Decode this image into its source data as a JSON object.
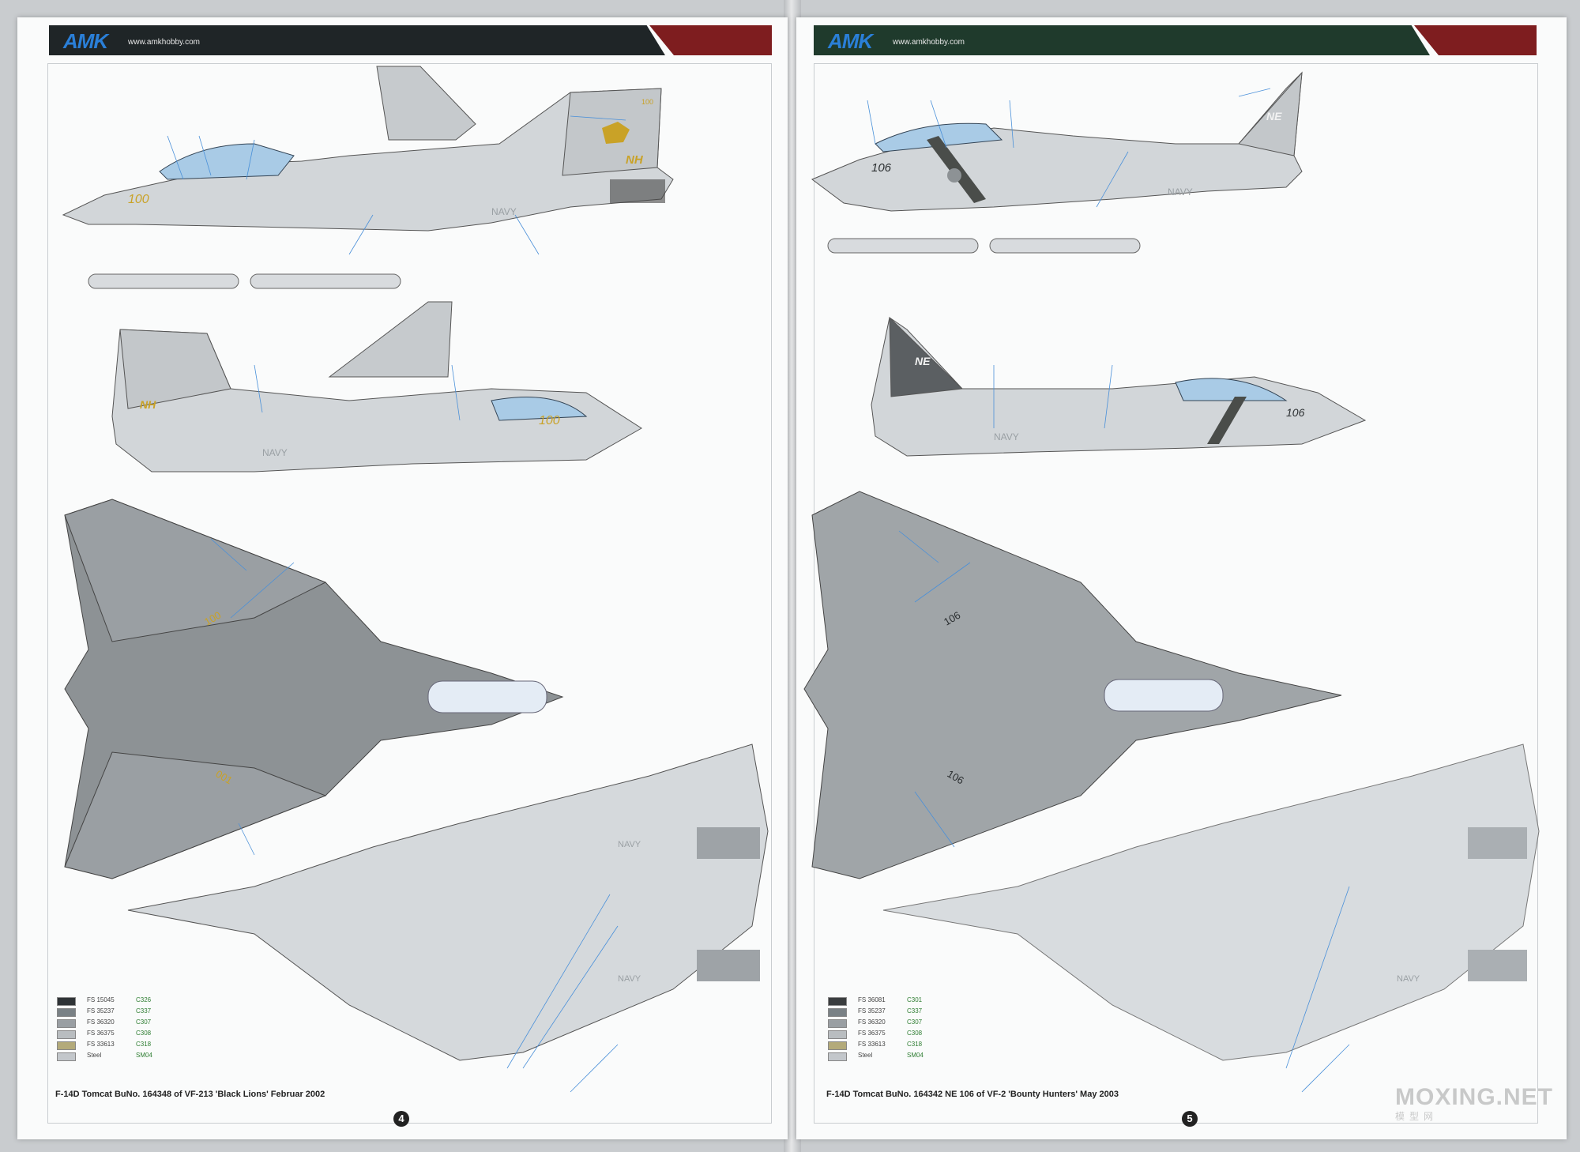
{
  "pages": [
    {
      "brand": "AMK",
      "url": "www.amkhobby.com",
      "page_number": "4",
      "caption": "F-14D Tomcat BuNo. 164348  of VF-213 'Black Lions' Februar 2002",
      "markings": {
        "modex": "100",
        "tail_code": "NH",
        "fuselage_text": "NAVY",
        "nose_number_top": "100",
        "wing_number": "001"
      },
      "legend": [
        {
          "fs": "FS 15045",
          "code": "C326",
          "color": "#2f3336"
        },
        {
          "fs": "FS 35237",
          "code": "C337",
          "color": "#7a8185"
        },
        {
          "fs": "FS 36320",
          "code": "C307",
          "color": "#9a9fa3"
        },
        {
          "fs": "FS 36375",
          "code": "C308",
          "color": "#b9bdc0"
        },
        {
          "fs": "FS 33613",
          "code": "C318",
          "color": "#b3aa7a"
        },
        {
          "fs": "Steel",
          "code": "SM04",
          "color": "#c3c7cb"
        }
      ]
    },
    {
      "brand": "AMK",
      "url": "www.amkhobby.com",
      "page_number": "5",
      "caption": "F-14D Tomcat BuNo. 164342 NE 106 of VF-2 'Bounty Hunters' May 2003",
      "markings": {
        "modex": "106",
        "tail_code": "NE",
        "fuselage_text": "NAVY",
        "wing_number": "106"
      },
      "legend": [
        {
          "fs": "FS 36081",
          "code": "C301",
          "color": "#3a3d3f"
        },
        {
          "fs": "FS 35237",
          "code": "C337",
          "color": "#7a8185"
        },
        {
          "fs": "FS 36320",
          "code": "C307",
          "color": "#9a9fa3"
        },
        {
          "fs": "FS 36375",
          "code": "C308",
          "color": "#b9bdc0"
        },
        {
          "fs": "FS 33613",
          "code": "C318",
          "color": "#b3aa7a"
        },
        {
          "fs": "Steel",
          "code": "SM04",
          "color": "#c3c7cb"
        }
      ]
    }
  ],
  "watermark": {
    "main": "MOXING.NET",
    "sub": "模型网"
  }
}
